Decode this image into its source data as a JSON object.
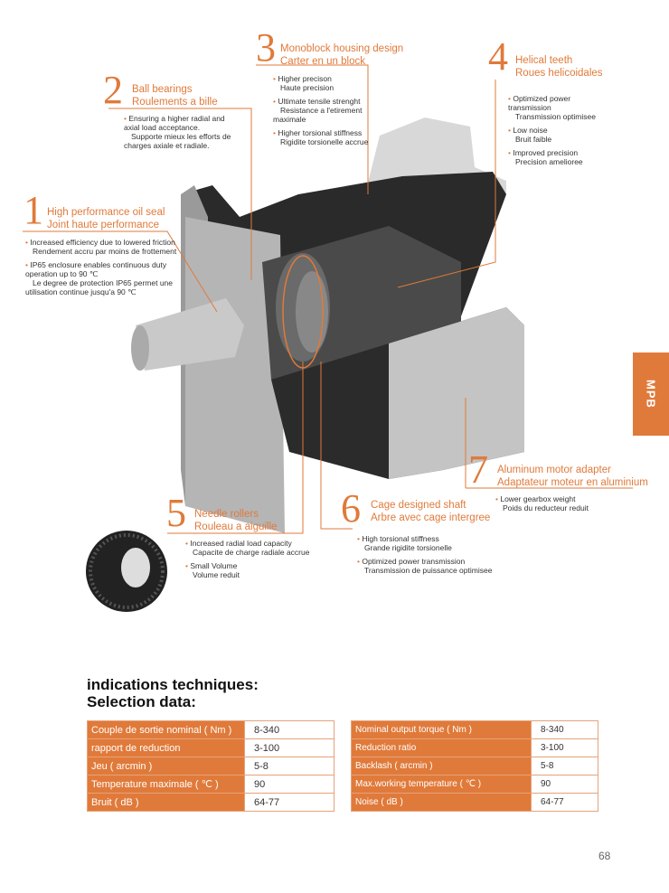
{
  "side_tab": "MPB",
  "features": [
    {
      "num": "1",
      "title_en": "High performance oil seal",
      "title_fr": "Joint haute performance",
      "bullets": [
        {
          "en": "Increased efficiency due to lowered friction",
          "fr": "Rendement accru par moins de frottement"
        },
        {
          "en": "IP65 enclosure enables continuous duty operation up to 90 ℃",
          "fr": "Le degree de protection IP65 permet une utilisation continue jusqu'a 90 ℃"
        }
      ]
    },
    {
      "num": "2",
      "title_en": "Ball bearings",
      "title_fr": "Roulements a bille",
      "bullets": [
        {
          "en": "Ensuring a higher radial and axial load acceptance.",
          "fr": "Supporte mieux les efforts de charges axiale et radiale."
        }
      ]
    },
    {
      "num": "3",
      "title_en": "Monoblock housing design",
      "title_fr": "Carter en un block",
      "bullets": [
        {
          "en": "Higher precison",
          "fr": "Haute precision"
        },
        {
          "en": "Ultimate tensile strenght",
          "fr": "Resistance a l'etirement maximale"
        },
        {
          "en": "Higher torsional stiffness",
          "fr": "Rigidite torsionelle accrue"
        }
      ]
    },
    {
      "num": "4",
      "title_en": "Helical teeth",
      "title_fr": "Roues helicoidales",
      "bullets": [
        {
          "en": "Optimized power transmission",
          "fr": "Transmission optimisee"
        },
        {
          "en": "Low noise",
          "fr": "Bruit faible"
        },
        {
          "en": "Improved precision",
          "fr": "Precision amelioree"
        }
      ]
    },
    {
      "num": "5",
      "title_en": "Needle rollers",
      "title_fr": "Rouleau a aiguille",
      "bullets": [
        {
          "en": "Increased radial load capacity",
          "fr": "Capacite de charge radiale accrue"
        },
        {
          "en": "Small Volume",
          "fr": "Volume reduit"
        }
      ]
    },
    {
      "num": "6",
      "title_en": "Cage designed shaft",
      "title_fr": "Arbre avec cage intergree",
      "bullets": [
        {
          "en": "High torsional stiffness",
          "fr": "Grande rigidite torsionelle"
        },
        {
          "en": "Optimized power transmission",
          "fr": "Transmission de puissance optimisee"
        }
      ]
    },
    {
      "num": "7",
      "title_en": "Aluminum motor adapter",
      "title_fr": "Adaptateur moteur en aluminium",
      "bullets": [
        {
          "en": "Lower gearbox weight",
          "fr": "Poids du reducteur reduit"
        }
      ]
    }
  ],
  "heading": {
    "line1": "indications techniques:",
    "line2": "Selection data:"
  },
  "table_fr": [
    [
      "Couple de sortie nominal ( Nm )",
      "8-340"
    ],
    [
      "rapport de reduction",
      "3-100"
    ],
    [
      "Jeu ( arcmin )",
      "5-8"
    ],
    [
      "Temperature maximale ( ℃ )",
      "90"
    ],
    [
      "Bruit ( dB )",
      "64-77"
    ]
  ],
  "table_en": [
    [
      "Nominal output torque ( Nm )",
      "8-340"
    ],
    [
      "Reduction ratio",
      "3-100"
    ],
    [
      "Backlash ( arcmin )",
      "5-8"
    ],
    [
      "Max.working temperature ( ℃ )",
      "90"
    ],
    [
      "Noise ( dB )",
      "64-77"
    ]
  ],
  "page_number": "68",
  "colors": {
    "accent": "#e07a3a"
  }
}
